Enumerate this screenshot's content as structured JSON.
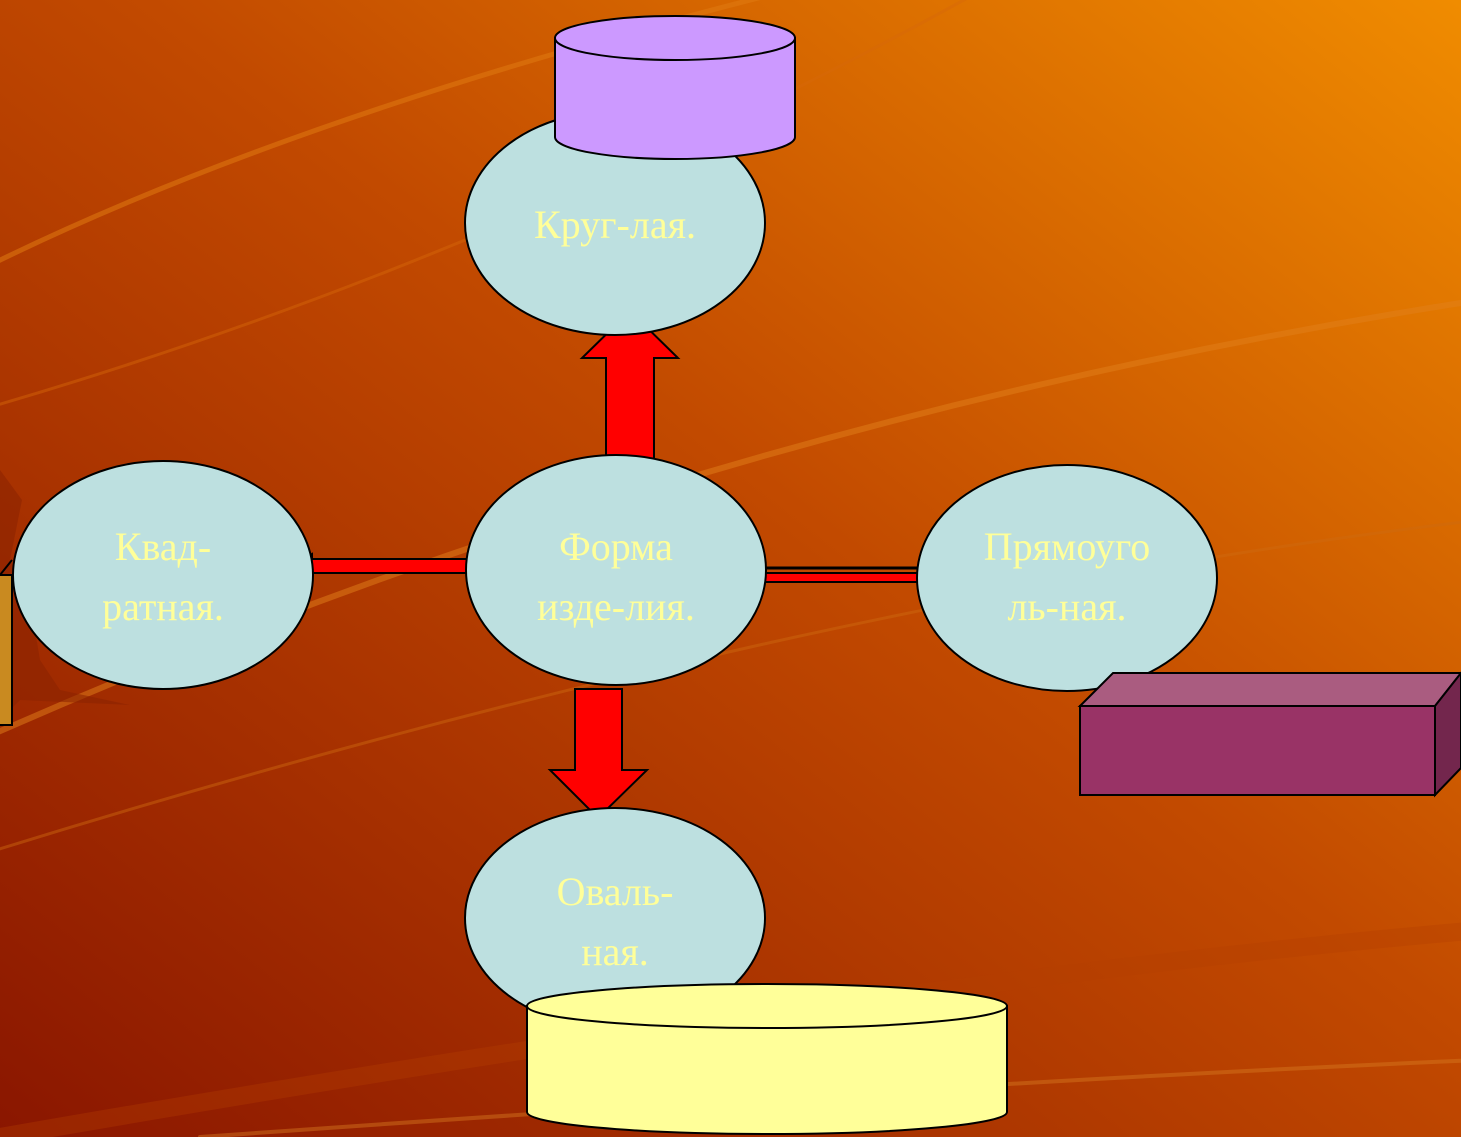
{
  "diagram": {
    "center": {
      "line1": "Форма",
      "line2": "изде-лия."
    },
    "top": {
      "line1": "Круг-лая."
    },
    "left": {
      "line1": "Квад-",
      "line2": "ратная."
    },
    "right": {
      "line1": "Прямоуго",
      "line2": "ль-ная."
    },
    "bottom": {
      "line1": "Оваль-",
      "line2": "ная."
    }
  },
  "colors": {
    "background_dark": "#8a1600",
    "background_mid": "#c24a00",
    "background_light": "#ee8a00",
    "node_fill": "#bde0e0",
    "label_text": "#ffff99",
    "arrow_fill": "#ff0000",
    "cylinder_purple": "#cc99ff",
    "cylinder_yellow": "#ffff99",
    "box_front": "#993366",
    "box_top": "#aa5c80",
    "box_side": "#73264d",
    "left_box": "#c98a20"
  }
}
